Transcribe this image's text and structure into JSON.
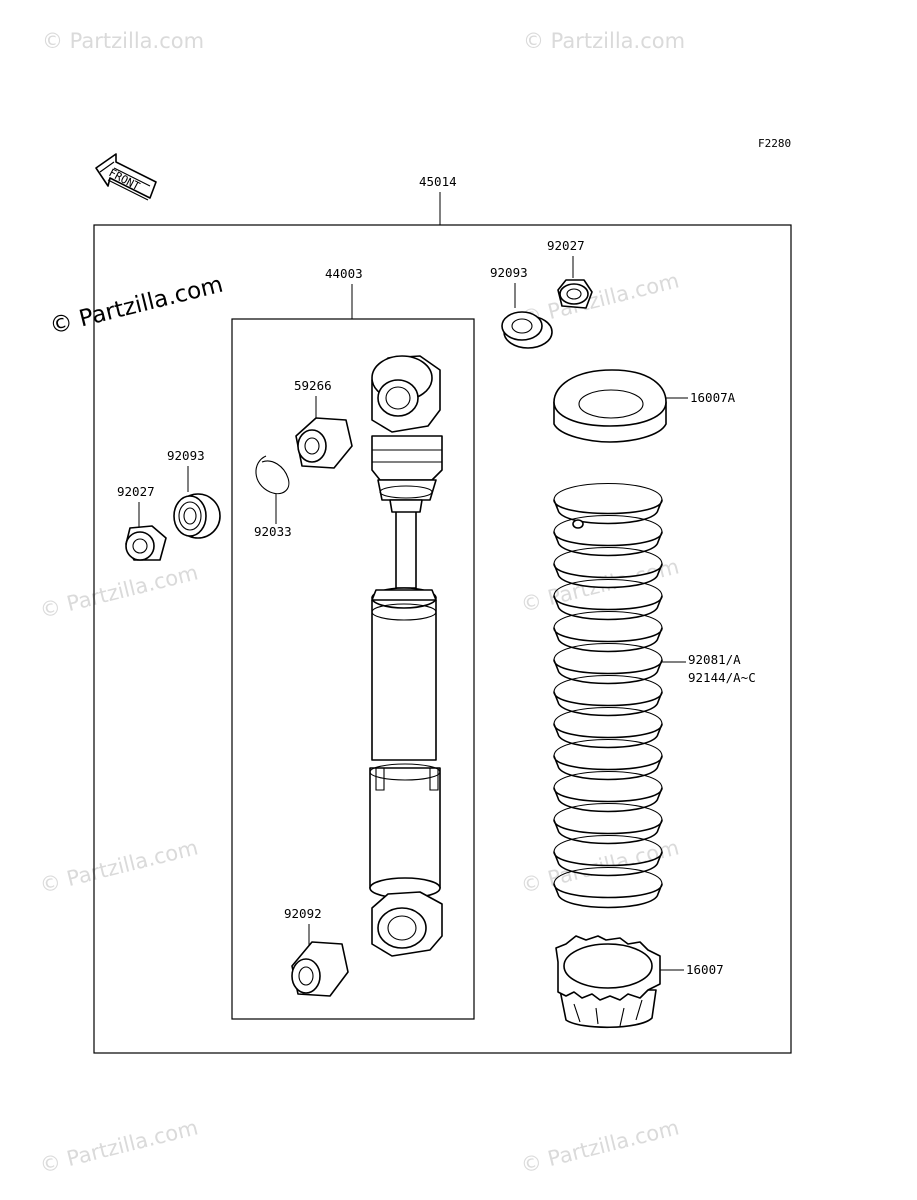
{
  "diagram": {
    "ref_code": "F2280",
    "front_label": "FRONT",
    "watermark": "© Partzilla.com",
    "watermark_logo": "© Partzilla.com",
    "callouts": {
      "assembly": "45014",
      "shock_body": "44003",
      "bushing_upper": "59266",
      "circlip": "92033",
      "bushing_lower": "92092",
      "left_bearing": "92093",
      "left_collar": "92027",
      "right_bearing": "92093",
      "right_collar": "92027",
      "spring_seat": "16007A",
      "spring_1": "92081/A",
      "spring_2": "92144/A~C",
      "adjuster_nut": "16007"
    }
  }
}
